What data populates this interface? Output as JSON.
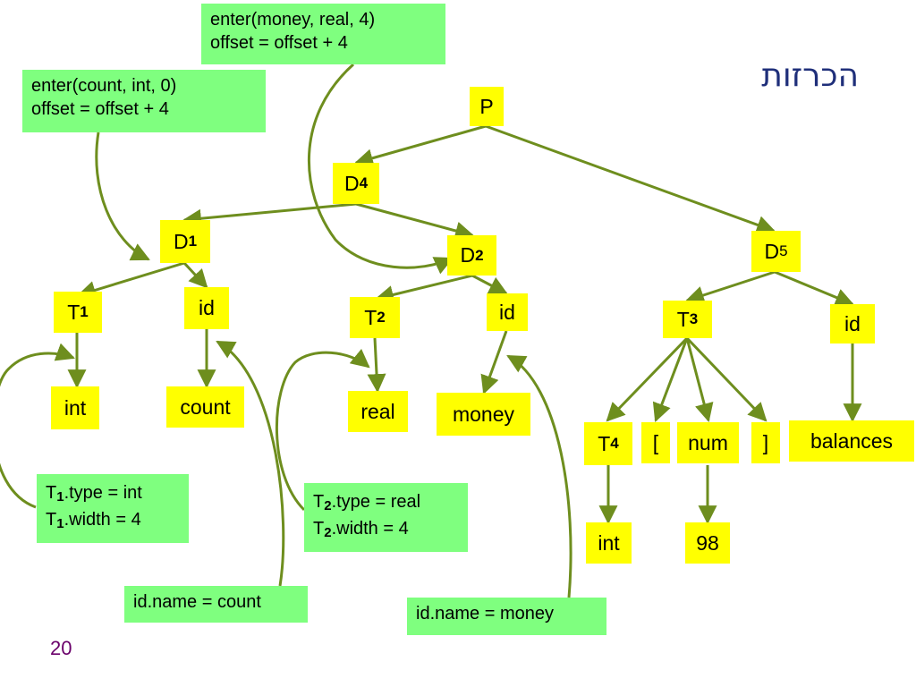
{
  "slide": {
    "title": "הכרזות",
    "page_number": "20"
  },
  "colors": {
    "node_fill": "#ffff00",
    "note_fill": "#7fff7f",
    "edge_stroke": "#6e8e1e",
    "title_color": "#1f2f7a",
    "page_number_color": "#6a006a"
  },
  "tree": {
    "p": {
      "label": "P"
    },
    "d4": {
      "label": "D",
      "sub": "4"
    },
    "d1": {
      "label": "D",
      "sub": "1"
    },
    "d2": {
      "label": "D",
      "sub": "2"
    },
    "d5": {
      "label": "D",
      "sub": "5"
    },
    "t1": {
      "label": "T",
      "sub": "1"
    },
    "id1": {
      "label": "id"
    },
    "t2": {
      "label": "T",
      "sub": "2"
    },
    "id2": {
      "label": "id"
    },
    "t3": {
      "label": "T",
      "sub": "3"
    },
    "id3": {
      "label": "id"
    },
    "int1": {
      "label": "int"
    },
    "count": {
      "label": "count"
    },
    "real": {
      "label": "real"
    },
    "money": {
      "label": "money"
    },
    "t4": {
      "label": "T",
      "sub": "4"
    },
    "lbracket": {
      "label": "["
    },
    "num": {
      "label": "num"
    },
    "rbracket": {
      "label": "]"
    },
    "balances": {
      "label": "balances"
    },
    "int2": {
      "label": "int"
    },
    "n98": {
      "label": "98"
    }
  },
  "notes": {
    "enter_money": {
      "line1": "enter(money, real, 4)",
      "line2": "offset = offset + 4"
    },
    "enter_count": {
      "line1": "enter(count, int, 0)",
      "line2": "offset = offset + 4"
    },
    "t1_attrs": {
      "l1": {
        "pre": "T",
        "sub": "1",
        "rest": ".type = int"
      },
      "l2": {
        "pre": "T",
        "sub": "1",
        "rest": ".width = 4"
      }
    },
    "t2_attrs": {
      "l1": {
        "pre": "T",
        "sub": "2",
        "rest": ".type = real"
      },
      "l2": {
        "pre": "T",
        "sub": "2",
        "rest": ".width = 4"
      }
    },
    "idname_count": {
      "text": "id.name = count"
    },
    "idname_money": {
      "text": "id.name = money"
    }
  }
}
